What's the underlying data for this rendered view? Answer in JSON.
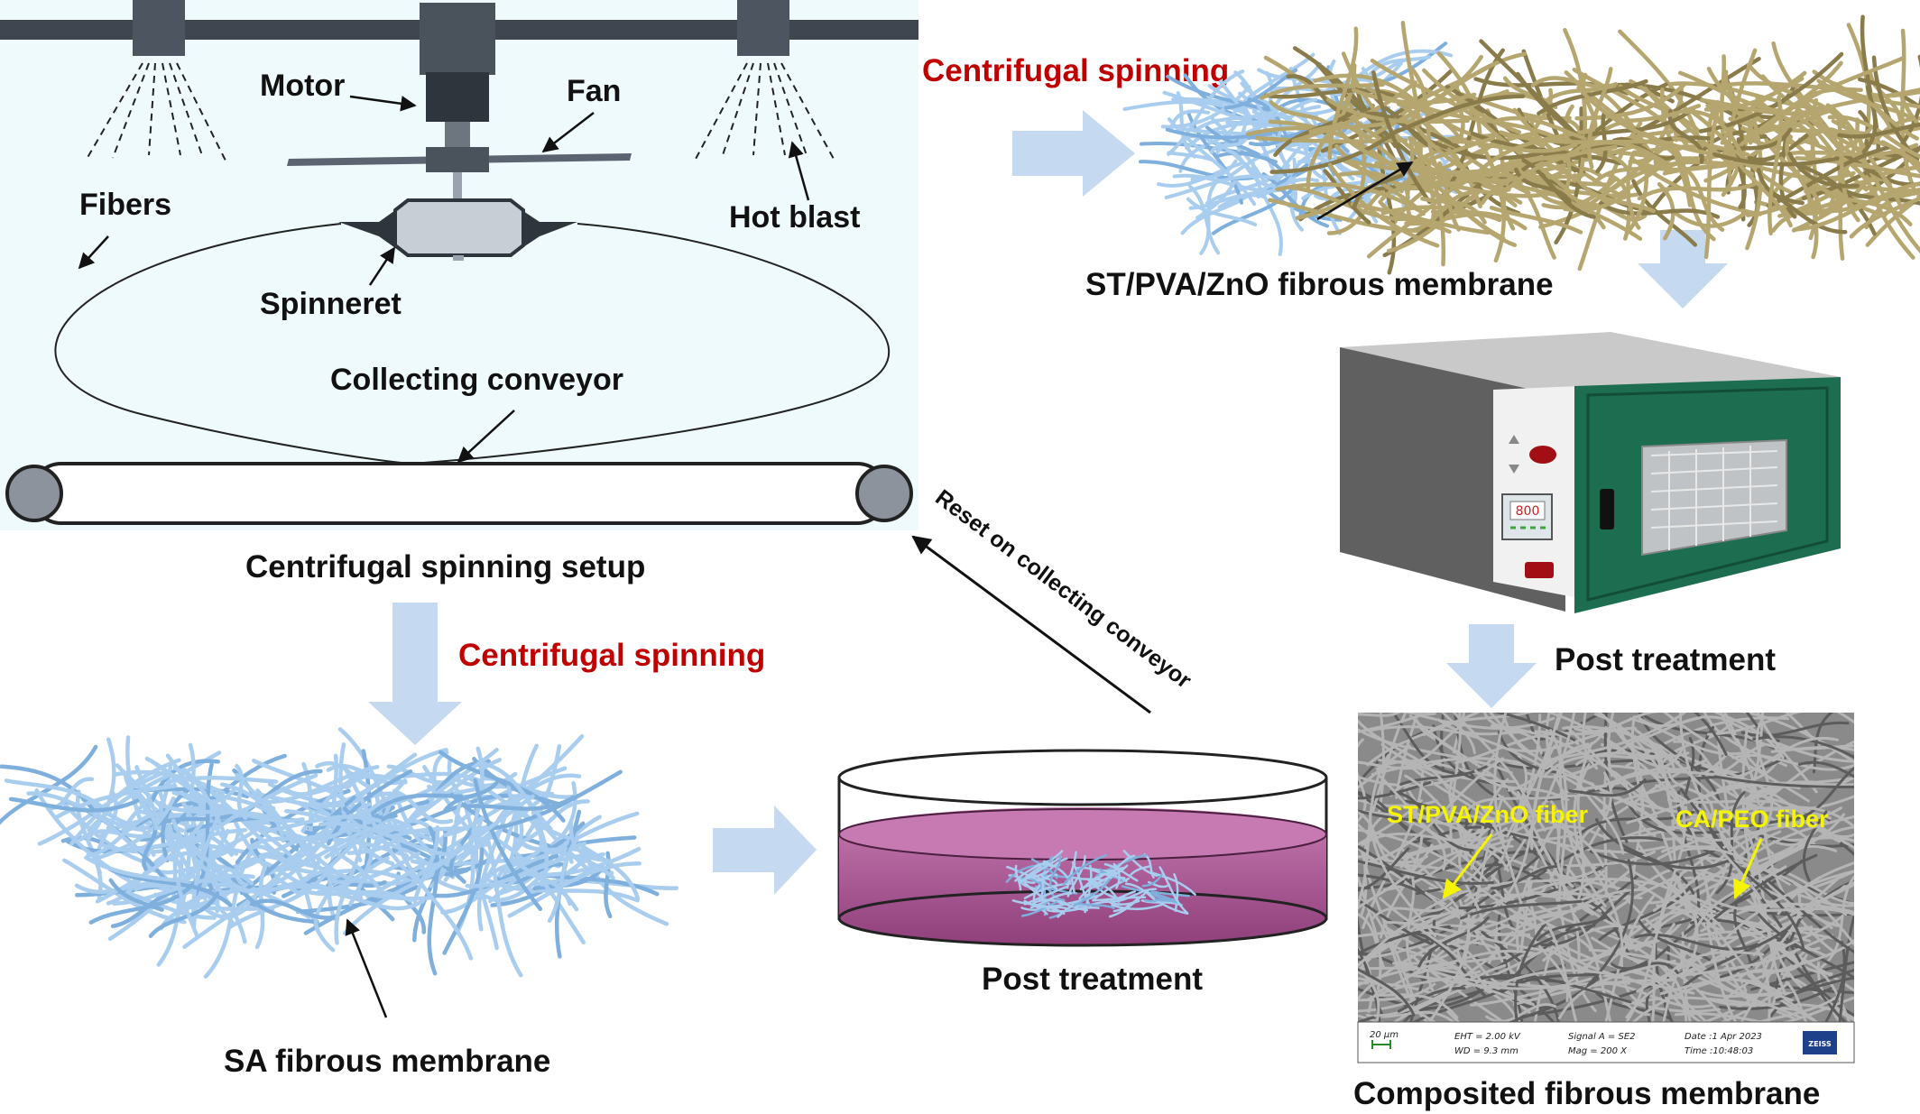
{
  "setup": {
    "motor": "Motor",
    "fan": "Fan",
    "fibers": "Fibers",
    "hot_blast": "Hot blast",
    "spinneret": "Spinneret",
    "collecting_conveyor": "Collecting conveyor",
    "caption": "Centrifugal spinning setup"
  },
  "process": {
    "centrifugal_spinning_top": "Centrifugal spinning",
    "centrifugal_spinning_left": "Centrifugal spinning",
    "st_membrane": "ST/PVA/ZnO fibrous membrane",
    "post_treatment_oven": "Post treatment",
    "sa_membrane": "SA  fibrous membrane",
    "post_treatment_dish": "Post treatment",
    "reset": "Reset on collecting conveyor",
    "composited": "Composited fibrous membrane"
  },
  "oven": {
    "display": "800"
  },
  "sem": {
    "label_left": "ST/PVA/ZnO fiber",
    "label_right": "CA/PEO fiber",
    "scale": "20 µm",
    "eht": "EHT =  2.00 kV",
    "wd": "WD =  9.3 mm",
    "signal": "Signal A = SE2",
    "mag": "Mag =   200 X",
    "date": "Date :1 Apr 2023",
    "time": "Time :10:48:03",
    "brand": "ZEISS"
  },
  "colors": {
    "setup_bg": "#eefafc",
    "arrow": "#c5d9f1",
    "red_text": "#c00000",
    "oven_door": "#1d6e50",
    "liquid": "#b0619b",
    "blue_fiber": "#a9cdee",
    "tan_fiber": "#b5a56f",
    "sem_label": "#f5f500"
  }
}
